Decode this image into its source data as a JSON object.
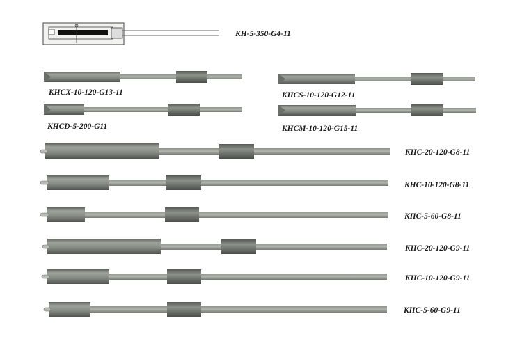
{
  "colors": {
    "body": "#8a8f88",
    "body_dark": "#5f645e",
    "body_light": "#b9bdb6",
    "sleeve": "#6f746d",
    "lead": "#d4d6d2",
    "label": "#1a1a1a"
  },
  "labels": {
    "kh": "KH-5-350-G4-11",
    "khcx": "KHCX-10-120-G13-11",
    "khcs": "KHCS-10-120-G12-11",
    "khcd": "KHCD-5-200-G11",
    "khcm": "KHCM-10-120-G15-11",
    "khc1": "KHC-20-120-G8-11",
    "khc2": "KHC-10-120-G8-11",
    "khc3": "KHC-5-60-G8-11",
    "khc4": "KHC-20-120-G9-11",
    "khc5": "KHC-10-120-G9-11",
    "khc6": "KHC-5-60-G9-11"
  }
}
